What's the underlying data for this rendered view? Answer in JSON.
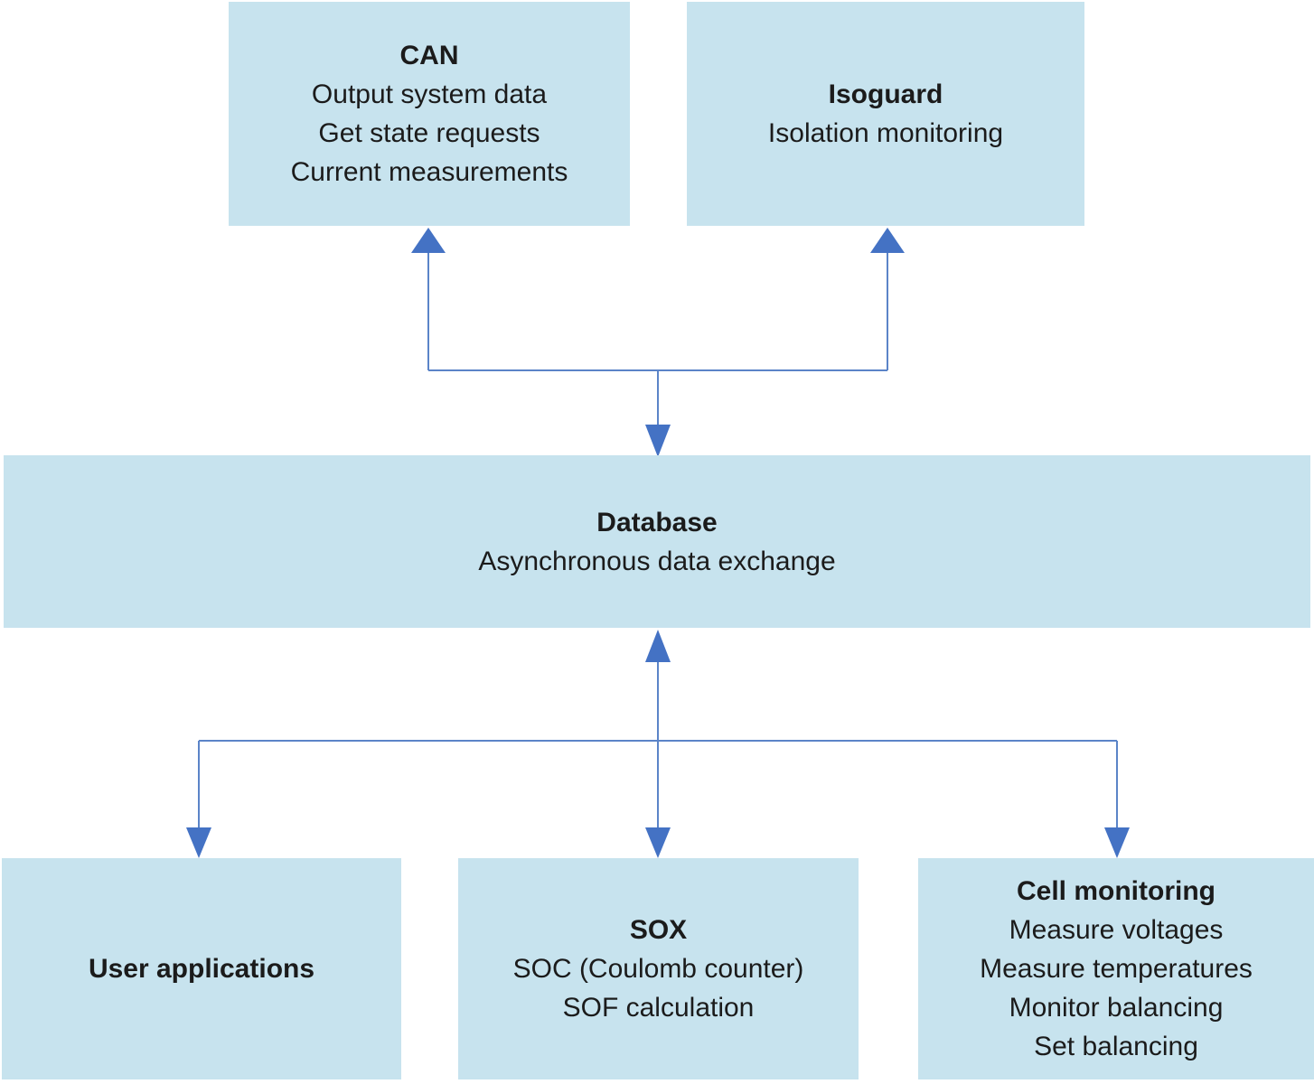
{
  "colors": {
    "box-fill": "#c7e3ee",
    "arrow-fill": "#4472c4",
    "arrow-line": "#5b84c8",
    "text": "#1b1b1b",
    "bg": "#ffffff"
  },
  "diagram": {
    "boxes": {
      "can": {
        "title": "CAN",
        "lines": [
          "Output system data",
          "Get state requests",
          "Current measurements"
        ]
      },
      "isoguard": {
        "title": "Isoguard",
        "lines": [
          "Isolation monitoring"
        ]
      },
      "database": {
        "title": "Database",
        "lines": [
          "Asynchronous data exchange"
        ]
      },
      "user_applications": {
        "title": "User applications",
        "lines": []
      },
      "sox": {
        "title": "SOX",
        "lines": [
          "SOC (Coulomb counter)",
          "SOF calculation"
        ]
      },
      "cell_monitoring": {
        "title": "Cell monitoring",
        "lines": [
          "Measure voltages",
          "Measure temperatures",
          "Monitor balancing",
          "Set balancing"
        ]
      }
    }
  }
}
